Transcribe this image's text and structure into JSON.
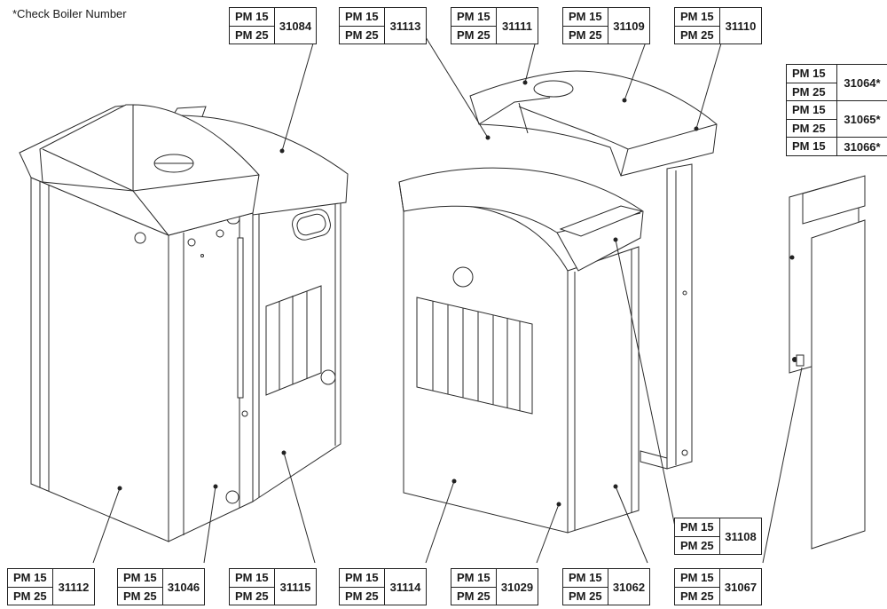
{
  "note": "*Check Boiler Number",
  "labels": [
    {
      "models": [
        "PM 15",
        "PM 25"
      ],
      "code": "31084"
    },
    {
      "models": [
        "PM 15",
        "PM 25"
      ],
      "code": "31113"
    },
    {
      "models": [
        "PM 15",
        "PM 25"
      ],
      "code": "31111"
    },
    {
      "models": [
        "PM 15",
        "PM 25"
      ],
      "code": "31109"
    },
    {
      "models": [
        "PM 15",
        "PM 25"
      ],
      "code": "31110"
    },
    {
      "models": [
        "PM 15",
        "PM 25"
      ],
      "code": "31108"
    },
    {
      "models": [
        "PM 15",
        "PM 25"
      ],
      "code": "31112"
    },
    {
      "models": [
        "PM 15",
        "PM 25"
      ],
      "code": "31046"
    },
    {
      "models": [
        "PM 15",
        "PM 25"
      ],
      "code": "31115"
    },
    {
      "models": [
        "PM 15",
        "PM 25"
      ],
      "code": "31114"
    },
    {
      "models": [
        "PM 15",
        "PM 25"
      ],
      "code": "31029"
    },
    {
      "models": [
        "PM 15",
        "PM 25"
      ],
      "code": "31062"
    },
    {
      "models": [
        "PM 15",
        "PM 25"
      ],
      "code": "31067"
    }
  ],
  "stack": [
    {
      "models": [
        "PM 15",
        "PM 25"
      ],
      "code": "31064*"
    },
    {
      "models": [
        "PM 15",
        "PM 25"
      ],
      "code": "31065*"
    },
    {
      "models": [
        "PM 15"
      ],
      "code": "31066*"
    }
  ]
}
